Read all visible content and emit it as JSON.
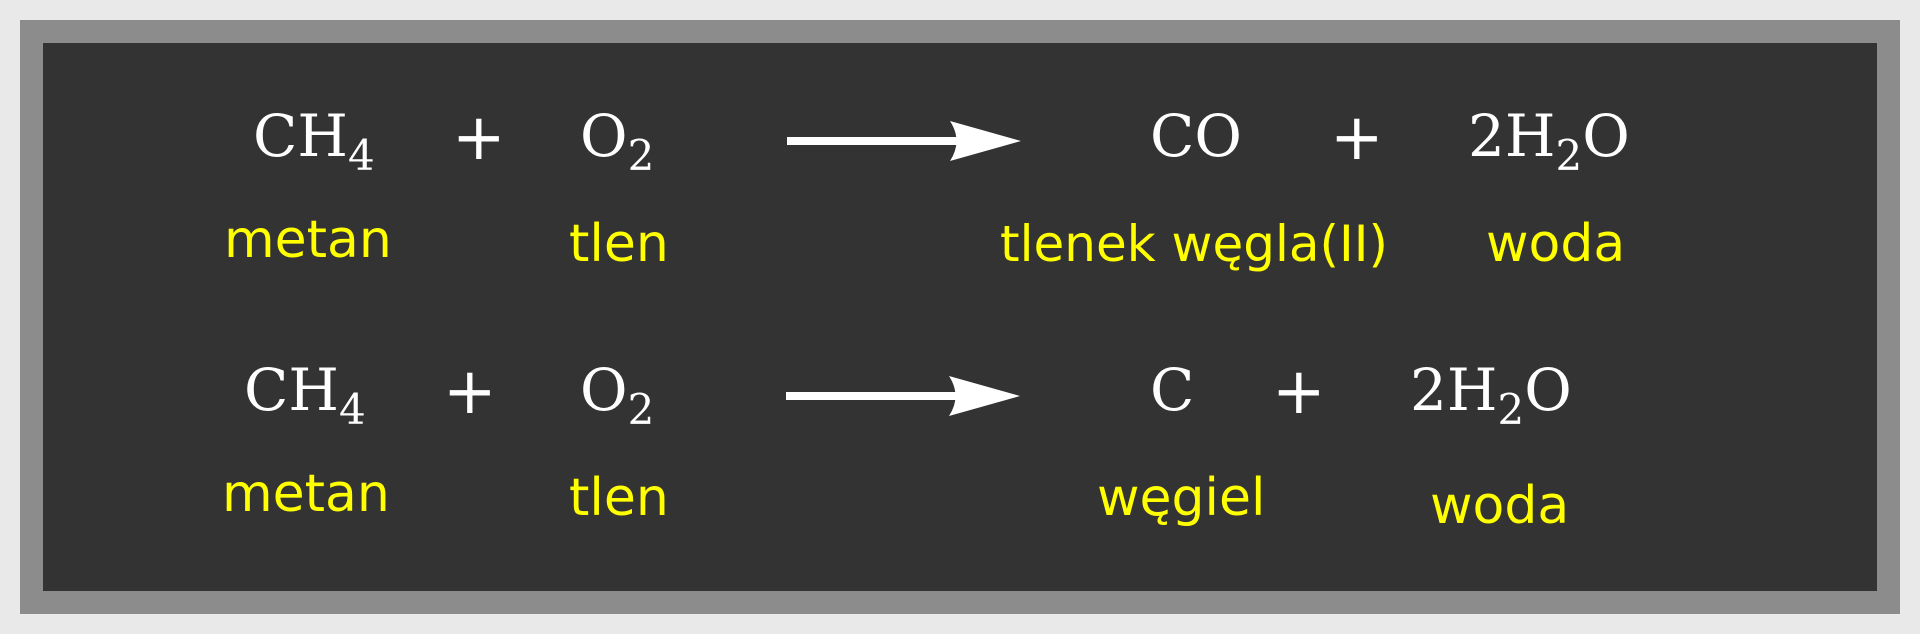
{
  "reaction1": {
    "reactant1": {
      "main": "CH",
      "sub": "4"
    },
    "plus1": "+",
    "reactant2": {
      "main": "O",
      "sub": "2"
    },
    "product1": {
      "main": "CO"
    },
    "plus2": "+",
    "product2": {
      "pre": "2H",
      "sub": "2",
      "post": "O"
    },
    "labels": {
      "reactant1": "metan",
      "reactant2": "tlen",
      "product1": "tlenek węgla(II)",
      "product2": "woda"
    }
  },
  "reaction2": {
    "reactant1": {
      "main": "CH",
      "sub": "4"
    },
    "plus1": "+",
    "reactant2": {
      "main": "O",
      "sub": "2"
    },
    "product1": {
      "main": "C"
    },
    "plus2": "+",
    "product2": {
      "pre": "2H",
      "sub": "2",
      "post": "O"
    },
    "labels": {
      "reactant1": "metan",
      "reactant2": "tlen",
      "product1": "węgiel",
      "product2": "woda"
    }
  },
  "colors": {
    "board": "#333333",
    "frame": "#8c8c8c",
    "formula": "#ffffff",
    "label": "#ffff00"
  }
}
